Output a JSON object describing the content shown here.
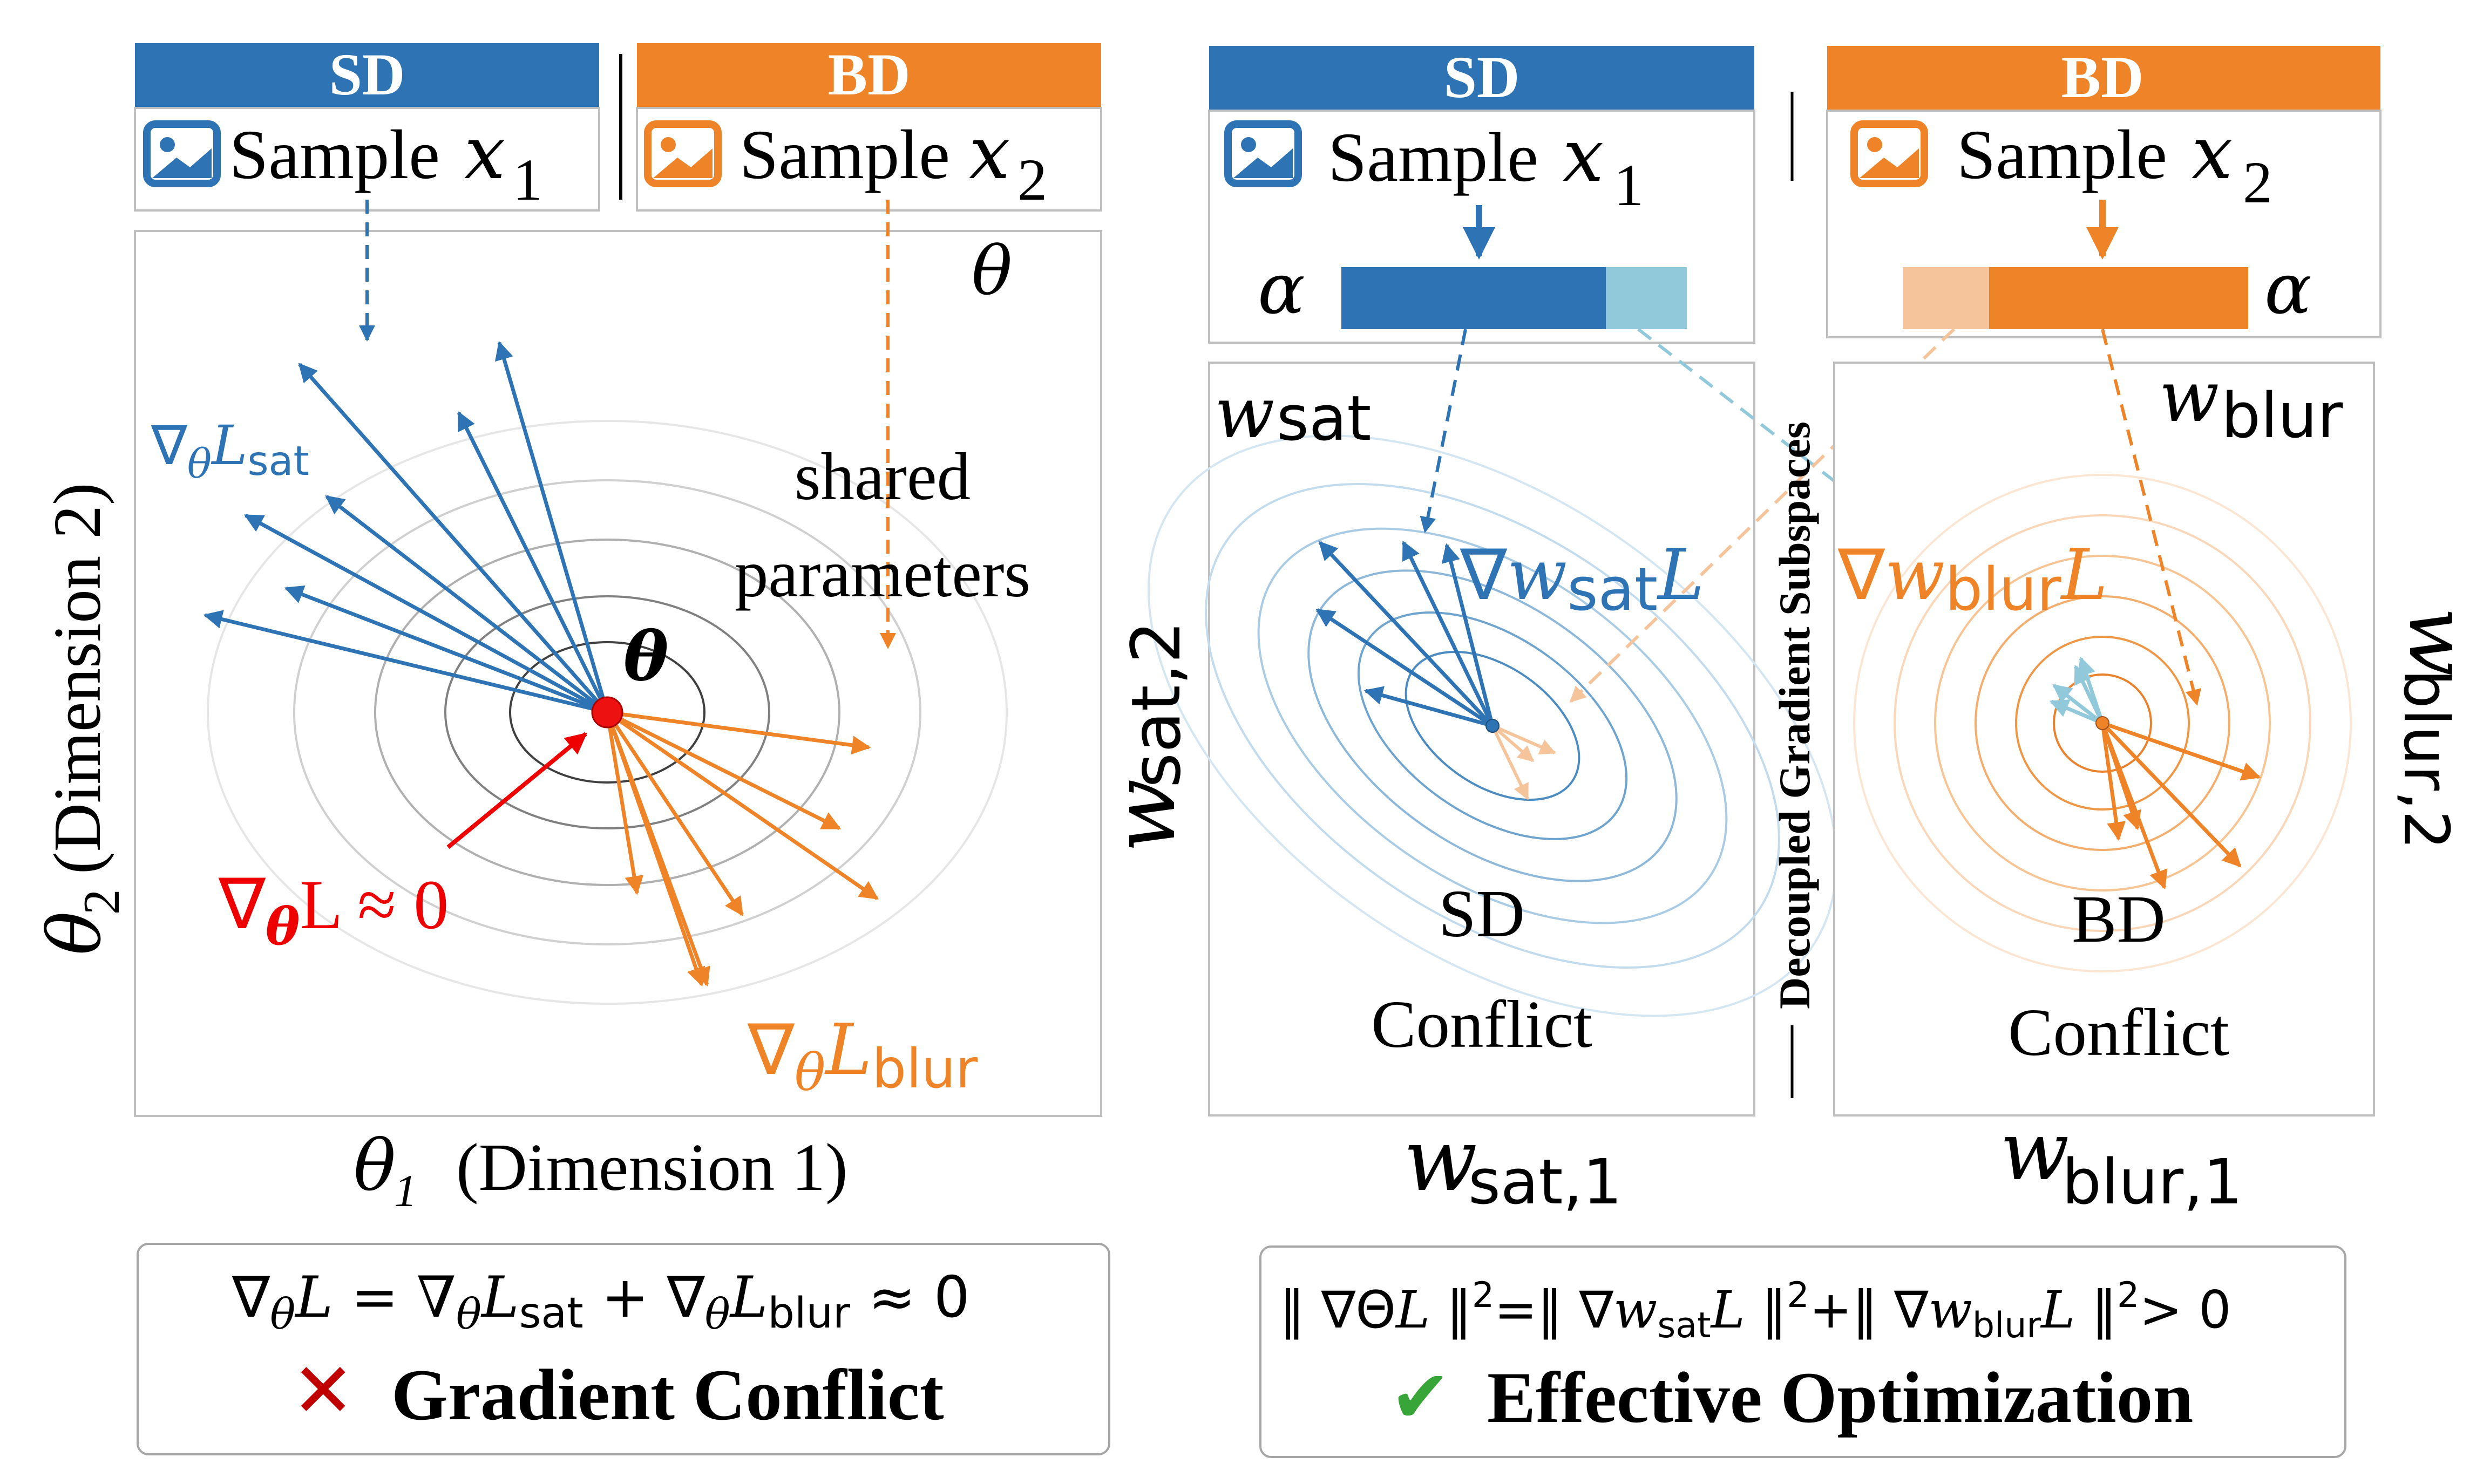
{
  "colors": {
    "blue": "#2e74b5",
    "orange": "#ee8427",
    "light_blue": "#92c9da",
    "light_orange": "#f6c49a",
    "red": "#ee0000",
    "green": "#37a537",
    "dark_red": "#c00000"
  },
  "left": {
    "sd_header": "SD",
    "bd_header": "BD",
    "sample_word": "Sample",
    "x1_var": "x",
    "x1_sub": "1",
    "x2_var": "x",
    "x2_sub": "2",
    "theta_corner": "θ",
    "shared_line1": "shared",
    "shared_line2": "parameters",
    "theta_center": "θ",
    "grad_sat": "∇θLsat",
    "grad_sat_nabla": "∇",
    "grad_sat_theta": "θ",
    "grad_sat_L": "L",
    "grad_sat_sub": "sat",
    "grad_blur_nabla": "∇",
    "grad_blur_theta": "θ",
    "grad_blur_L": "L",
    "grad_blur_sub": "blur",
    "red_nabla": "∇",
    "red_theta": "θ",
    "red_rest": "L ≈ 0",
    "y_axis_theta": "θ",
    "y_axis_sub": "2",
    "y_axis_text": "(Dimension 2)",
    "x_axis_theta": "θ",
    "x_axis_sub": "1",
    "x_axis_text": "(Dimension 1)",
    "formula": "∇θL = ∇θLsat + ∇θLblur ≈ 0",
    "formula_parts": {
      "a": "∇",
      "b": "θ",
      "c": "L = ∇",
      "d": "θ",
      "e": "L",
      "f": "sat",
      "g": " + ∇",
      "h": "θ",
      "i": "L",
      "j": "blur",
      "k": " ≈ 0"
    },
    "cross_icon": "✕",
    "conclusion": "Gradient Conflict"
  },
  "right": {
    "sd_header": "SD",
    "bd_header": "BD",
    "sample_word": "Sample",
    "x1_var": "x",
    "x1_sub": "1",
    "x2_var": "x",
    "x2_sub": "2",
    "alpha_left": "α",
    "alpha_right": "α",
    "wsat_var": "w",
    "wsat_sub": "sat",
    "wblur_var": "w",
    "wblur_sub": "blur",
    "grad_wsat_nabla": "∇",
    "grad_wsat_w": "w",
    "grad_wsat_sub": "sat",
    "grad_wsat_L": "L",
    "grad_wblur_nabla": "∇",
    "grad_wblur_w": "w",
    "grad_wblur_sub": "blur",
    "grad_wblur_L": "L",
    "sd_line1": "SD",
    "sd_line2": "Conflict",
    "bd_line1": "BD",
    "bd_line2": "Conflict",
    "decoupled": "Decoupled Gradient Subspaces",
    "wsat2_var": "w",
    "wsat2_sub": "sat,2",
    "wblur2_var": "w",
    "wblur2_sub": "blur,2",
    "wsat1_var": "w",
    "wsat1_sub": "sat,1",
    "wblur1_var": "w",
    "wblur1_sub": "blur,1",
    "formula": "‖ ∇ΘL ‖²=‖ ∇wsatL ‖²+‖ ∇wblurL ‖²> 0",
    "formula_parts": {
      "a": "‖ ∇Θ",
      "b": "L",
      "c": " ‖",
      "d": "2",
      "e": "=‖ ∇",
      "f": "w",
      "g": "sat",
      "h": "L",
      "i": " ‖",
      "j": "2",
      "k": "+‖ ∇",
      "l": "w",
      "m": "blur",
      "n": "L",
      "o": " ‖",
      "p": "2",
      "q": "> 0"
    },
    "check_icon": "✔",
    "conclusion": "Effective Optimization"
  },
  "icons": [
    "image-icon"
  ]
}
